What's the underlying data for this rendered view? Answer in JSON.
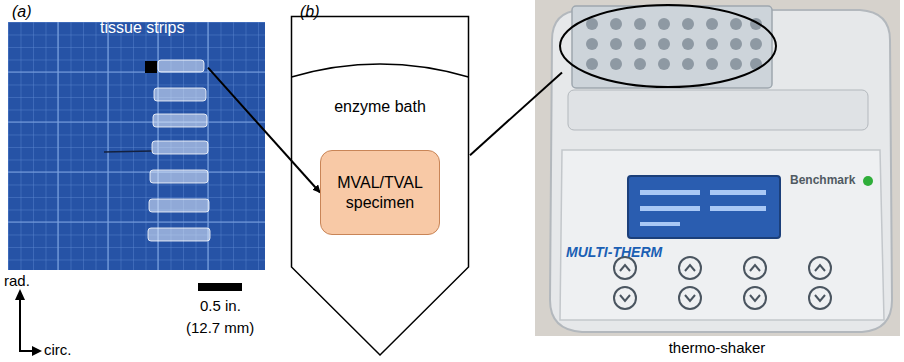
{
  "diagram": {
    "nodes": [
      {
        "text": [
          "tissue strips"
        ]
      },
      {
        "text": [
          "enzyme bath"
        ]
      },
      {
        "text": [
          "MVAL/TVAL specimen"
        ],
        "in": 1
      },
      {
        "text": [
          "thermo-shaker"
        ]
      }
    ],
    "edges": [
      {
        "from": 0,
        "to": 2,
        "arrow": "to"
      },
      {
        "from": 1,
        "to": 3,
        "arrow": "none"
      }
    ],
    "labels": [
      "(a)",
      "(b)",
      "rad.",
      "circ.",
      "0.5 in.",
      "(12.7 mm)",
      "MULTI-THERM",
      "Benchmark"
    ]
  }
}
